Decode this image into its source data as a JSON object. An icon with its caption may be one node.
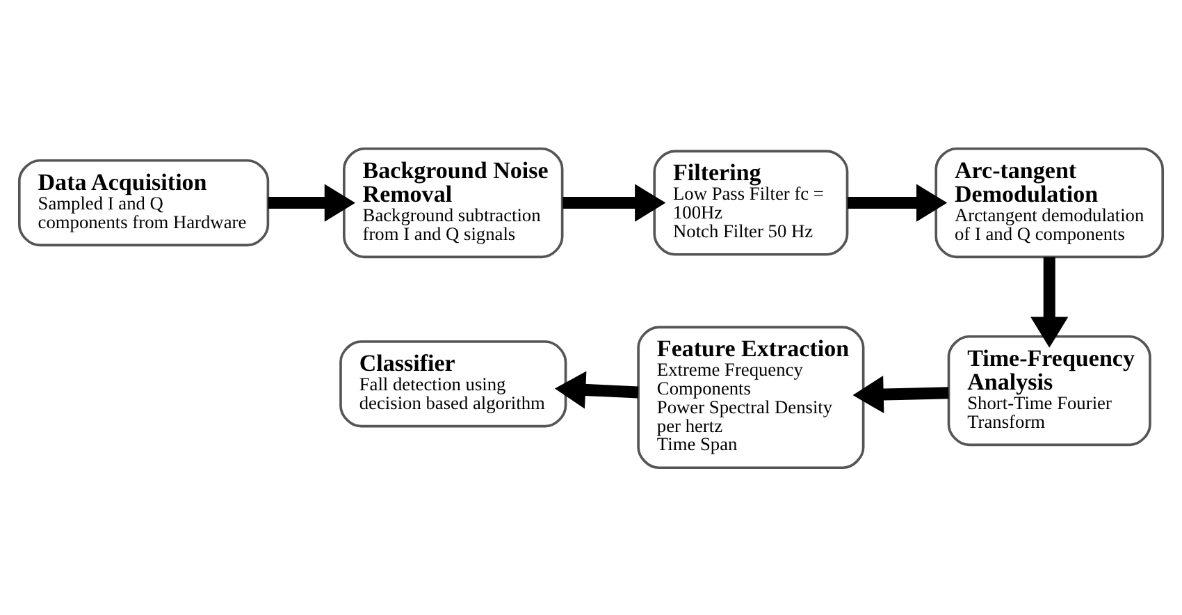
{
  "diagram": {
    "nodes": [
      {
        "text": [
          "Data Acquisition",
          "Sampled I and Q components from Hardware"
        ]
      },
      {
        "text": [
          "Background Noise Removal",
          "Background subtraction from I and Q signals"
        ]
      },
      {
        "text": [
          "Filtering",
          "Low Pass Filter fc = 100Hz",
          "Notch Filter 50 Hz"
        ]
      },
      {
        "text": [
          "Arc-tangent Demodulation",
          "Arctangent demodulation of I and Q components"
        ]
      },
      {
        "text": [
          "Time-Frequency Analysis",
          "Short-Time Fourier Transform"
        ]
      },
      {
        "text": [
          "Feature Extraction",
          "Extreme Frequency Components",
          "Power Spectral Density per hertz",
          "Time Span"
        ]
      },
      {
        "text": [
          "Classifier",
          "Fall detection using decision based algorithm"
        ]
      }
    ],
    "edges": [
      {
        "from": 0,
        "to": 1,
        "arrow": "to"
      },
      {
        "from": 1,
        "to": 2,
        "arrow": "to"
      },
      {
        "from": 2,
        "to": 3,
        "arrow": "to"
      },
      {
        "from": 3,
        "to": 4,
        "arrow": "to"
      },
      {
        "from": 4,
        "to": 5,
        "arrow": "to"
      },
      {
        "from": 5,
        "to": 6,
        "arrow": "to"
      }
    ]
  }
}
